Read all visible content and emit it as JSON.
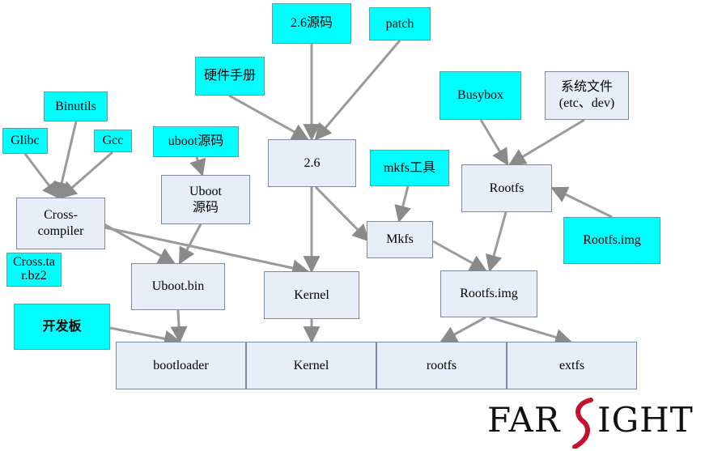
{
  "nodes": {
    "src26": "2.6源码",
    "patch": "patch",
    "hwmanual": "硬件手册",
    "binutils": "Binutils",
    "glibc": "Glibc",
    "gcc": "Gcc",
    "ubootsrc": "uboot源码",
    "k26": "2.6",
    "mkfstool": "mkfs工具",
    "busybox": "Busybox",
    "sysfiles": "系统文件\n(etc、dev)",
    "crosscompiler": "Cross-\ncompiler",
    "ubootbox": "Uboot\n源码",
    "rootfs": "Rootfs",
    "mkfs": "Mkfs",
    "rootfsimgcyan": "Rootfs.img",
    "crosstar": "Cross.ta\nr.bz2",
    "ubootbin": "Uboot.bin",
    "kernel": "Kernel",
    "rootfsimg": "Rootfs.img",
    "devboard": "开发板",
    "bootloader": "bootloader",
    "kernelpart": "Kernel",
    "rootfspart": "rootfs",
    "extfs": "extfs"
  },
  "logo": {
    "left": "FAR",
    "right": "IGHT"
  },
  "colors": {
    "cyan": "#00ffff",
    "gray": "#e8eef7",
    "arrow": "#8a8a8a",
    "logo_red": "#c8102e"
  }
}
